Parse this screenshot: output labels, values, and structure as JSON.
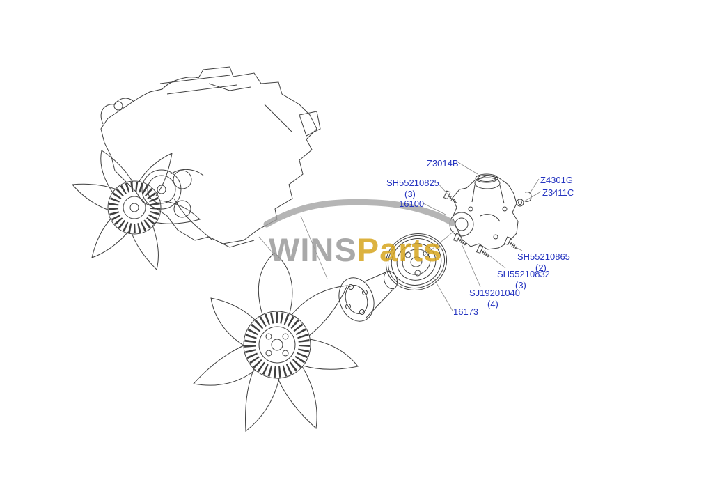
{
  "diagram": {
    "background": "#ffffff",
    "line_color": "#3f3f3f",
    "label_color": "#2534c0",
    "leader_color": "#8a8a8a"
  },
  "watermark": {
    "text_gray": "WINS",
    "text_gold": "Parts",
    "gray_color": "#9b9b9b",
    "gold_color": "#d7a51e"
  },
  "labels": {
    "z3014b": {
      "part": "Z3014B"
    },
    "sh55210825": {
      "part": "SH55210825",
      "qty": "(3)"
    },
    "p16100": {
      "part": "16100"
    },
    "z4301g": {
      "part": "Z4301G"
    },
    "z3411c": {
      "part": "Z3411C"
    },
    "sh55210865": {
      "part": "SH55210865",
      "qty": "(2)"
    },
    "sh55210832": {
      "part": "SH55210832",
      "qty": "(3)"
    },
    "sj19201040": {
      "part": "SJ19201040",
      "qty": "(4)"
    },
    "p16173": {
      "part": "16173"
    }
  }
}
